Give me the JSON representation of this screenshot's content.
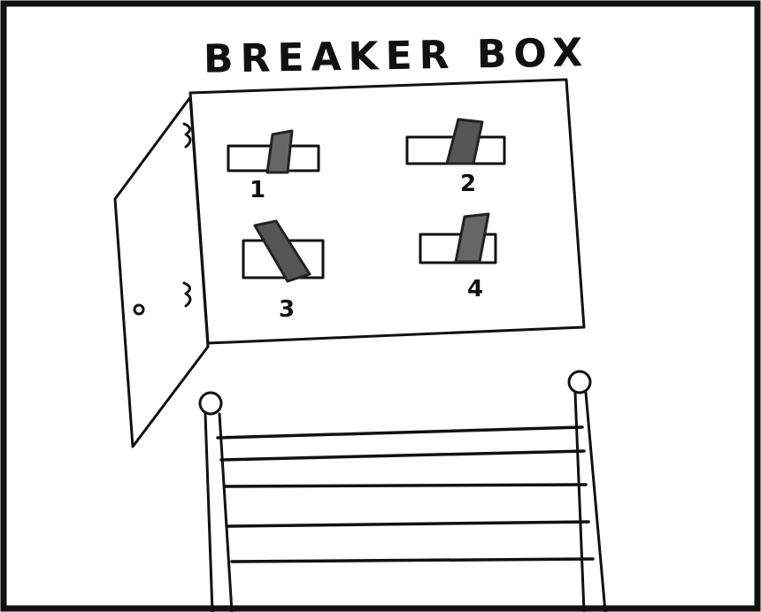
{
  "title": "BREAKER BOX",
  "breakers": [
    {
      "label": "1"
    },
    {
      "label": "2"
    },
    {
      "label": "3"
    },
    {
      "label": "4"
    }
  ],
  "colors": {
    "ink": "#111111",
    "toggle": "#555555",
    "paper": "#ffffff"
  }
}
